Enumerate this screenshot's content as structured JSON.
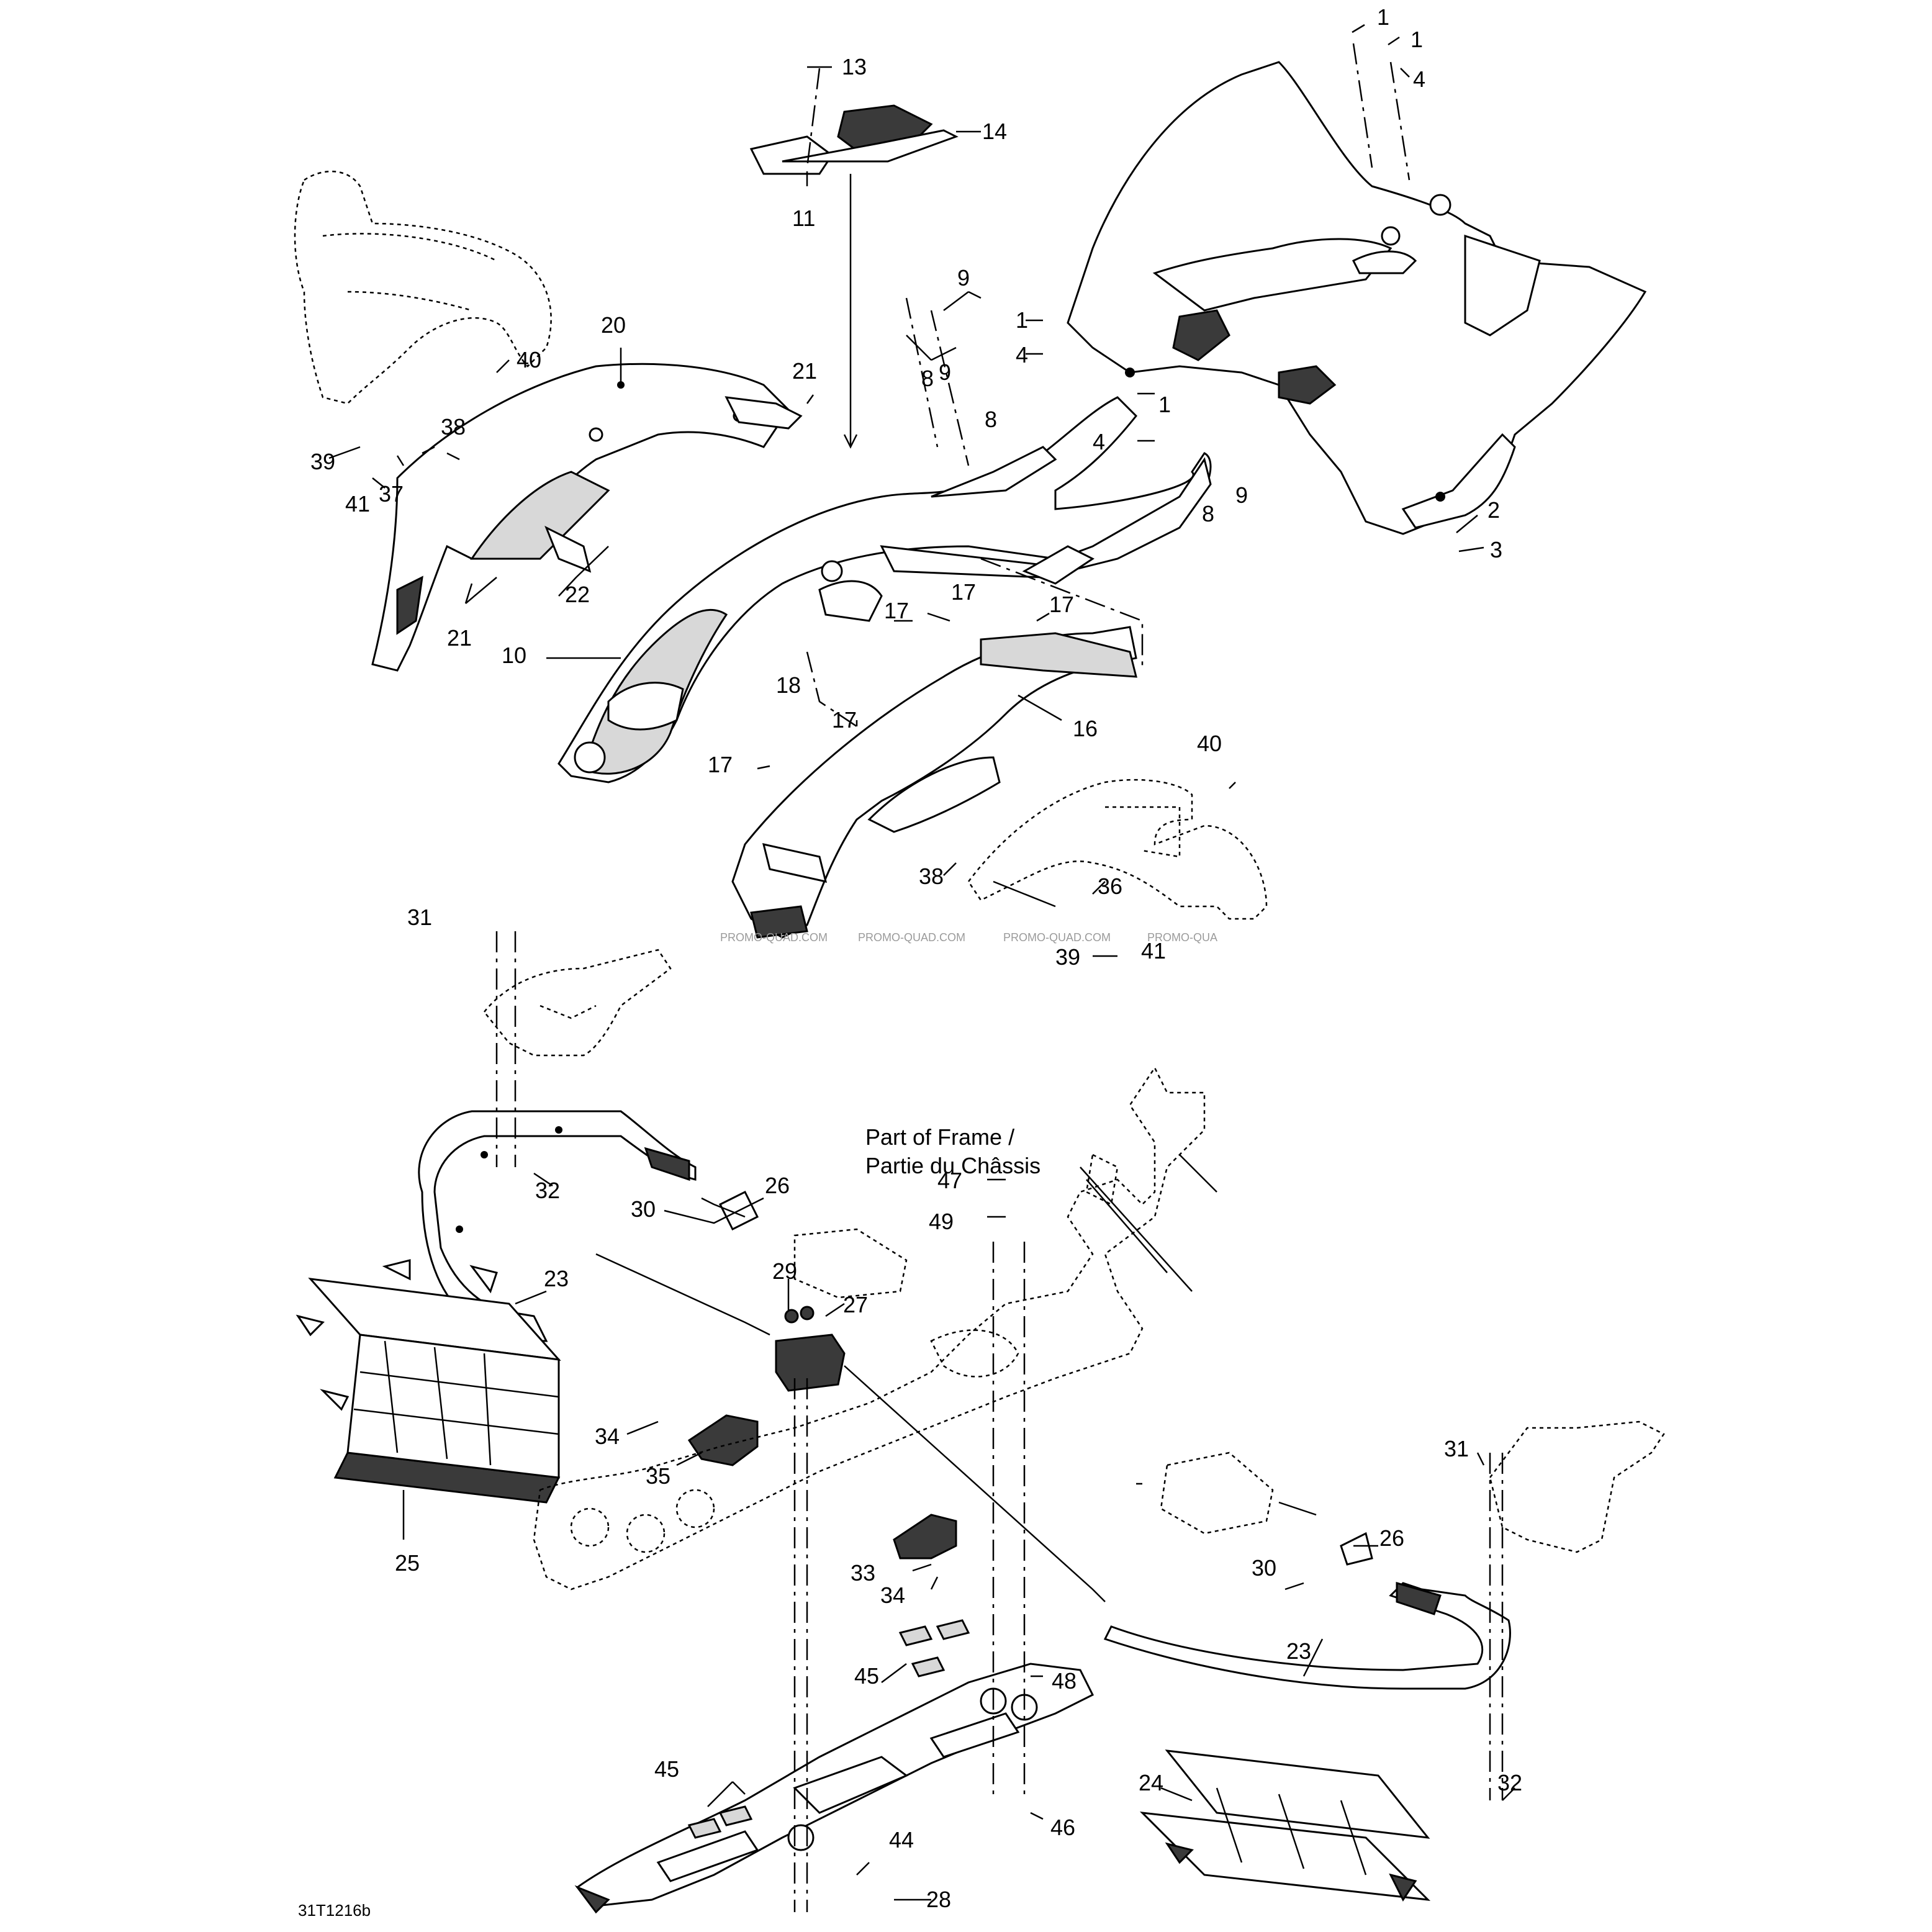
{
  "callouts": [
    {
      "id": "c-1a",
      "text": "1"
    },
    {
      "id": "c-1b",
      "text": "1"
    },
    {
      "id": "c-4a",
      "text": "4"
    },
    {
      "id": "c-13",
      "text": "13"
    },
    {
      "id": "c-14",
      "text": "14"
    },
    {
      "id": "c-11",
      "text": "11"
    },
    {
      "id": "c-9a",
      "text": "9"
    },
    {
      "id": "c-8a",
      "text": "8"
    },
    {
      "id": "c-9b",
      "text": "9"
    },
    {
      "id": "c-8b",
      "text": "8"
    },
    {
      "id": "c-1c",
      "text": "1"
    },
    {
      "id": "c-4b",
      "text": "4"
    },
    {
      "id": "c-1d",
      "text": "1"
    },
    {
      "id": "c-4c",
      "text": "4"
    },
    {
      "id": "c-2",
      "text": "2"
    },
    {
      "id": "c-3",
      "text": "3"
    },
    {
      "id": "c-8c",
      "text": "8"
    },
    {
      "id": "c-9c",
      "text": "9"
    },
    {
      "id": "c-20",
      "text": "20"
    },
    {
      "id": "c-40a",
      "text": "40"
    },
    {
      "id": "c-21a",
      "text": "21"
    },
    {
      "id": "c-38a",
      "text": "38"
    },
    {
      "id": "c-39a",
      "text": "39"
    },
    {
      "id": "c-41a",
      "text": "41"
    },
    {
      "id": "c-37",
      "text": "37"
    },
    {
      "id": "c-22",
      "text": "22"
    },
    {
      "id": "c-21b",
      "text": "21"
    },
    {
      "id": "c-10",
      "text": "10"
    },
    {
      "id": "c-17a",
      "text": "17"
    },
    {
      "id": "c-17b",
      "text": "17"
    },
    {
      "id": "c-17c",
      "text": "17"
    },
    {
      "id": "c-18",
      "text": "18"
    },
    {
      "id": "c-17d",
      "text": "17"
    },
    {
      "id": "c-17e",
      "text": "17"
    },
    {
      "id": "c-16",
      "text": "16"
    },
    {
      "id": "c-40b",
      "text": "40"
    },
    {
      "id": "c-38b",
      "text": "38"
    },
    {
      "id": "c-36",
      "text": "36"
    },
    {
      "id": "c-39b",
      "text": "39"
    },
    {
      "id": "c-41b",
      "text": "41"
    },
    {
      "id": "c-31a",
      "text": "31"
    },
    {
      "id": "c-32a",
      "text": "32"
    },
    {
      "id": "c-26a",
      "text": "26"
    },
    {
      "id": "c-30a",
      "text": "30"
    },
    {
      "id": "c-23a",
      "text": "23"
    },
    {
      "id": "c-47",
      "text": "47"
    },
    {
      "id": "c-49",
      "text": "49"
    },
    {
      "id": "c-29",
      "text": "29"
    },
    {
      "id": "c-27",
      "text": "27"
    },
    {
      "id": "c-34a",
      "text": "34"
    },
    {
      "id": "c-35",
      "text": "35"
    },
    {
      "id": "c-25",
      "text": "25"
    },
    {
      "id": "c-33",
      "text": "33"
    },
    {
      "id": "c-34b",
      "text": "34"
    },
    {
      "id": "c-31b",
      "text": "31"
    },
    {
      "id": "c-26b",
      "text": "26"
    },
    {
      "id": "c-30b",
      "text": "30"
    },
    {
      "id": "c-45a",
      "text": "45"
    },
    {
      "id": "c-48",
      "text": "48"
    },
    {
      "id": "c-23b",
      "text": "23"
    },
    {
      "id": "c-45b",
      "text": "45"
    },
    {
      "id": "c-32b",
      "text": "32"
    },
    {
      "id": "c-24",
      "text": "24"
    },
    {
      "id": "c-46",
      "text": "46"
    },
    {
      "id": "c-44",
      "text": "44"
    },
    {
      "id": "c-28",
      "text": "28"
    }
  ],
  "frame_note": {
    "line1": "Part of Frame /",
    "line2": "Partie du Châssis"
  },
  "watermarks": [
    "PROMO-QUAD.COM",
    "PROMO-QUAD.COM",
    "PROMO-QUAD.COM",
    "PROMO-QUA"
  ],
  "figure_id": "31T1216b"
}
